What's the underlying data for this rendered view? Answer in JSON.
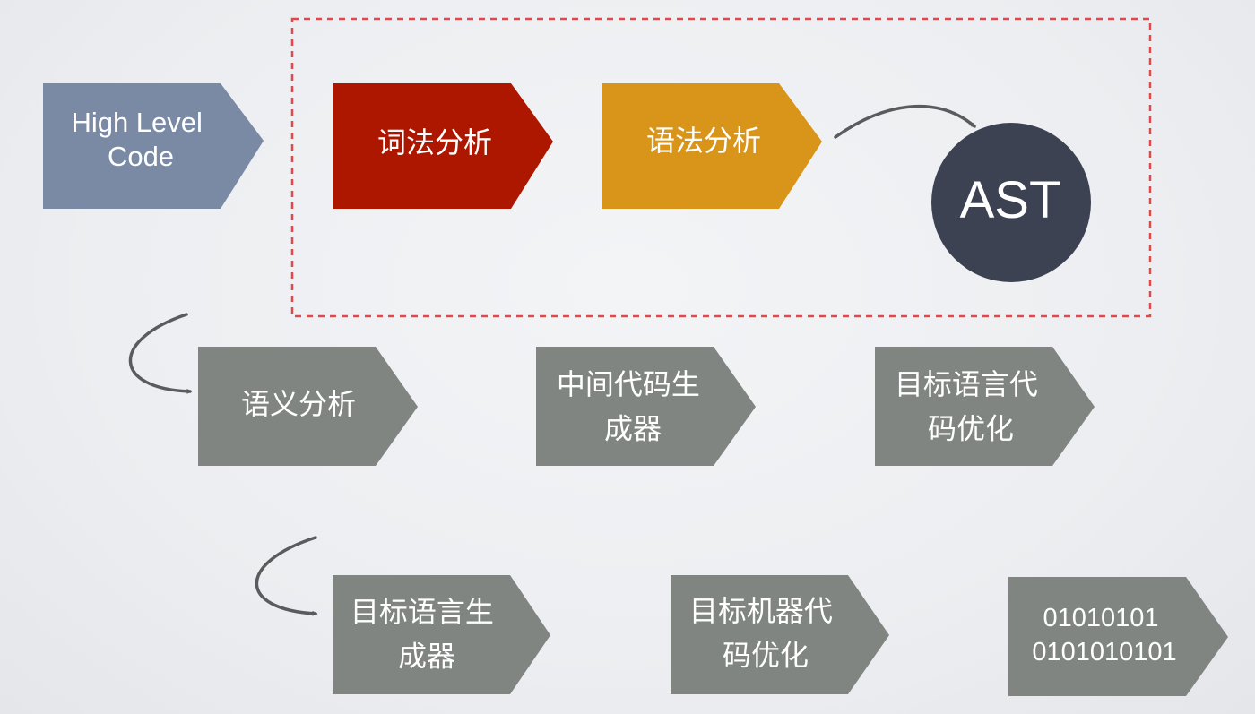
{
  "colors": {
    "source": "#7a8aa4",
    "lexical": "#ad1700",
    "syntax": "#d9951a",
    "ast": "#3c4252",
    "stage": "#808582",
    "group_border": "#e2474b",
    "connector": "#595b5d"
  },
  "nodes": {
    "source": {
      "lines": [
        "High Level",
        "Code"
      ]
    },
    "lexical": {
      "lines": [
        "词法分析"
      ]
    },
    "syntax": {
      "lines": [
        "语法分析"
      ]
    },
    "ast": {
      "lines": [
        "AST"
      ]
    },
    "semantic": {
      "lines": [
        "语义分析"
      ]
    },
    "ir_gen": {
      "lines": [
        "中间代码生",
        "成器"
      ]
    },
    "target_opt": {
      "lines": [
        "目标语言代",
        "码优化"
      ]
    },
    "target_gen": {
      "lines": [
        "目标语言生",
        "成器"
      ]
    },
    "machine_opt": {
      "lines": [
        "目标机器代",
        "码优化"
      ]
    },
    "binary": {
      "lines": [
        "01010101",
        "0101010101"
      ]
    }
  }
}
